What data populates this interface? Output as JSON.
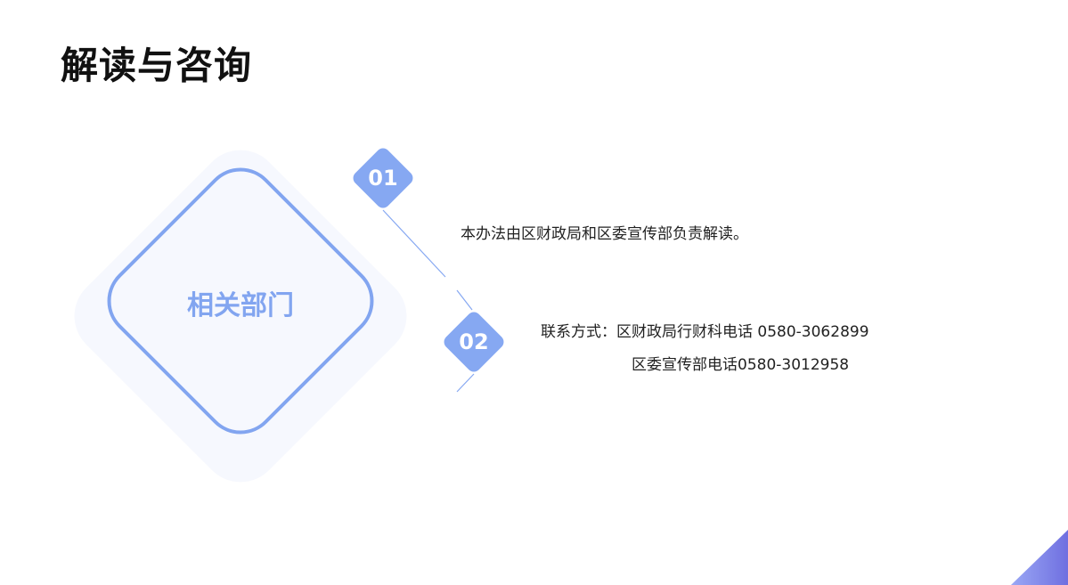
{
  "title": "解读与咨询",
  "center_label": "相关部门",
  "items": [
    {
      "number": "01",
      "text": "本办法由区财政局和区委宣传部负责解读。"
    },
    {
      "number": "02",
      "line1": "联系方式：区财政局行财科电话 0580-3062899",
      "line2": "区委宣传部电话0580-3012958"
    }
  ],
  "colors": {
    "accent": "#86a8f2",
    "bg_diamond": "#f6f8fe",
    "corner": "#7b7ee8"
  }
}
